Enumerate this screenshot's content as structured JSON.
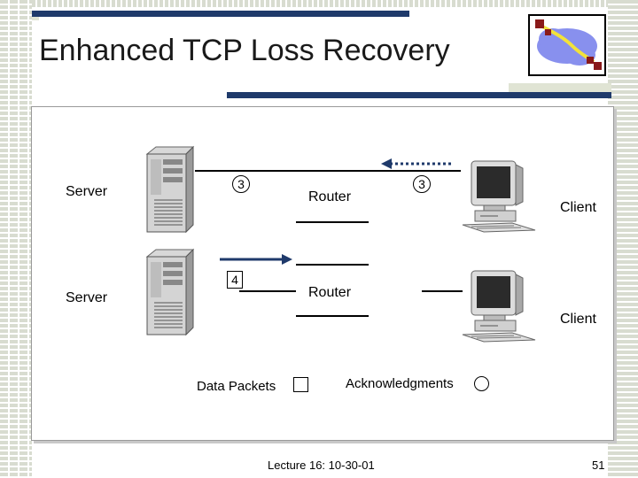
{
  "slide": {
    "title": "Enhanced TCP Loss Recovery",
    "footer": "Lecture 16: 10-30-01",
    "page_number": "51"
  },
  "diagram": {
    "top_row": {
      "server_label": "Server",
      "router_label": "Router",
      "client_label": "Client",
      "server_router_marker": "3",
      "router_client_marker": "3",
      "arrow": "dotted-leftward-ack"
    },
    "bottom_row": {
      "server_label": "Server",
      "router_label": "Router",
      "client_label": "Client",
      "server_router_marker": "4",
      "arrow": "solid-rightward-data"
    }
  },
  "legend": {
    "data_packets_label": "Data Packets",
    "acknowledgments_label": "Acknowledgments"
  },
  "colors": {
    "title_bar": "#1f3a6b",
    "arrow": "#1f3a6b",
    "stripe": "#d8dcd0"
  },
  "icons": {
    "logo": "network-path-logo-icon",
    "server": "server-tower-icon",
    "client": "desktop-computer-icon"
  }
}
